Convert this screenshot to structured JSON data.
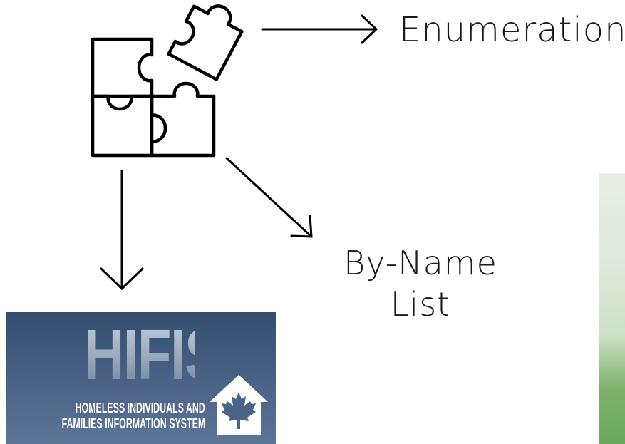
{
  "nodes": {
    "enumeration": "Enumeration",
    "by_name_list_line1": "By-Name",
    "by_name_list_line2": "List"
  },
  "hifis_logo": {
    "title": "HIFIS",
    "subtitle_line1": "HOMELESS INDIVIDUALS AND",
    "subtitle_line2": "FAMILIES INFORMATION SYSTEM",
    "background_color": "#3f5879",
    "house_color": "#ffffff",
    "leaf_color": "#4a6386"
  },
  "icons": [
    "puzzle-icon",
    "arrow-right-icon",
    "arrow-down-right-icon",
    "arrow-down-icon",
    "house-maple-leaf-icon"
  ],
  "colors": {
    "line": "#000000",
    "text": "#1a1a1a",
    "photo_green": "#6aa85a"
  }
}
